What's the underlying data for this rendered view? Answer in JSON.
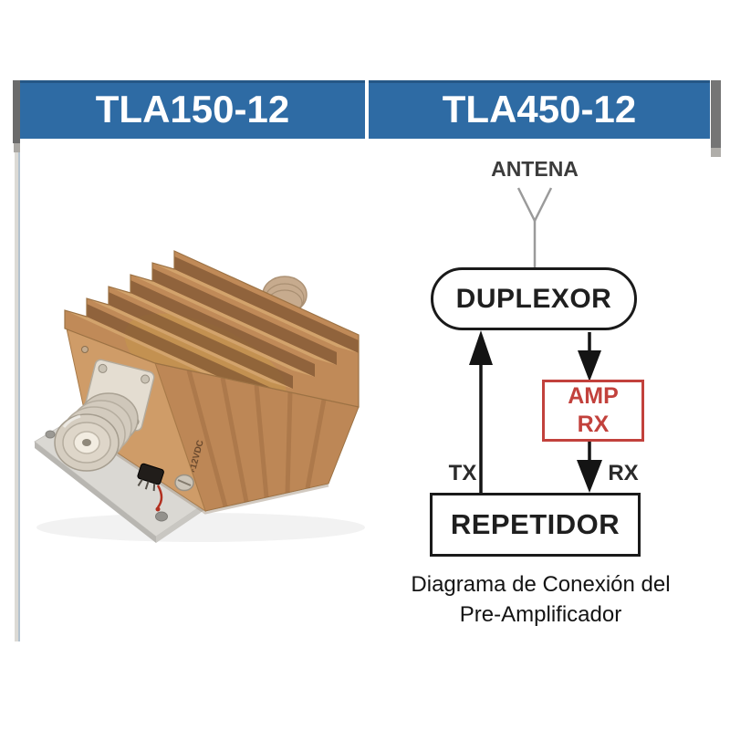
{
  "header": {
    "left_model": "TLA150-12",
    "right_model": "TLA450-12"
  },
  "photo": {
    "engraving_text": "+12VDC"
  },
  "diagram": {
    "antenna_label": "ANTENA",
    "duplexor_label": "DUPLEXOR",
    "amp_label_line1": "AMP",
    "amp_label_line2": "RX",
    "tx_label": "TX",
    "rx_label": "RX",
    "repeater_label": "REPETIDOR"
  },
  "caption": {
    "line1": "Diagrama de Conexión del",
    "line2": "Pre-Amplificador"
  },
  "colors": {
    "header_blue": "#2e6ba4",
    "amp_red": "#c2413c",
    "line_black": "#1a1a1a",
    "antenna_gray": "#9a9a9a"
  }
}
